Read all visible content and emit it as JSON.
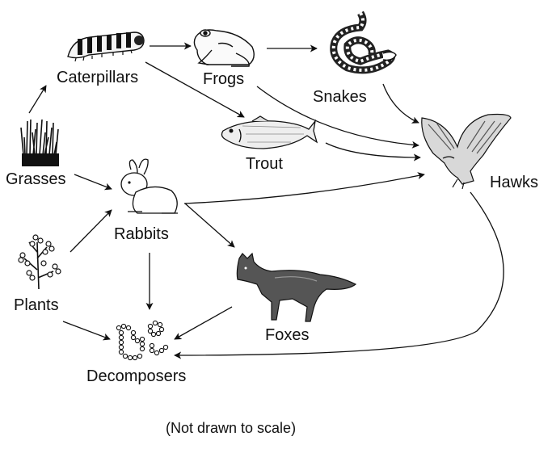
{
  "diagram": {
    "nodes": {
      "caterpillars": "Caterpillars",
      "frogs": "Frogs",
      "snakes": "Snakes",
      "trout": "Trout",
      "grasses": "Grasses",
      "rabbits": "Rabbits",
      "hawks": "Hawks",
      "plants": "Plants",
      "foxes": "Foxes",
      "decomposers": "Decomposers"
    },
    "edges": [
      {
        "from": "Grasses",
        "to": "Caterpillars"
      },
      {
        "from": "Grasses",
        "to": "Rabbits"
      },
      {
        "from": "Caterpillars",
        "to": "Frogs"
      },
      {
        "from": "Caterpillars",
        "to": "Trout"
      },
      {
        "from": "Frogs",
        "to": "Snakes"
      },
      {
        "from": "Frogs",
        "to": "Hawks"
      },
      {
        "from": "Snakes",
        "to": "Hawks"
      },
      {
        "from": "Trout",
        "to": "Hawks"
      },
      {
        "from": "Rabbits",
        "to": "Hawks"
      },
      {
        "from": "Plants",
        "to": "Rabbits"
      },
      {
        "from": "Rabbits",
        "to": "Foxes"
      },
      {
        "from": "Rabbits",
        "to": "Decomposers"
      },
      {
        "from": "Plants",
        "to": "Decomposers"
      },
      {
        "from": "Foxes",
        "to": "Decomposers"
      },
      {
        "from": "Hawks",
        "to": "Decomposers"
      }
    ],
    "footnote": "(Not drawn to scale)"
  }
}
